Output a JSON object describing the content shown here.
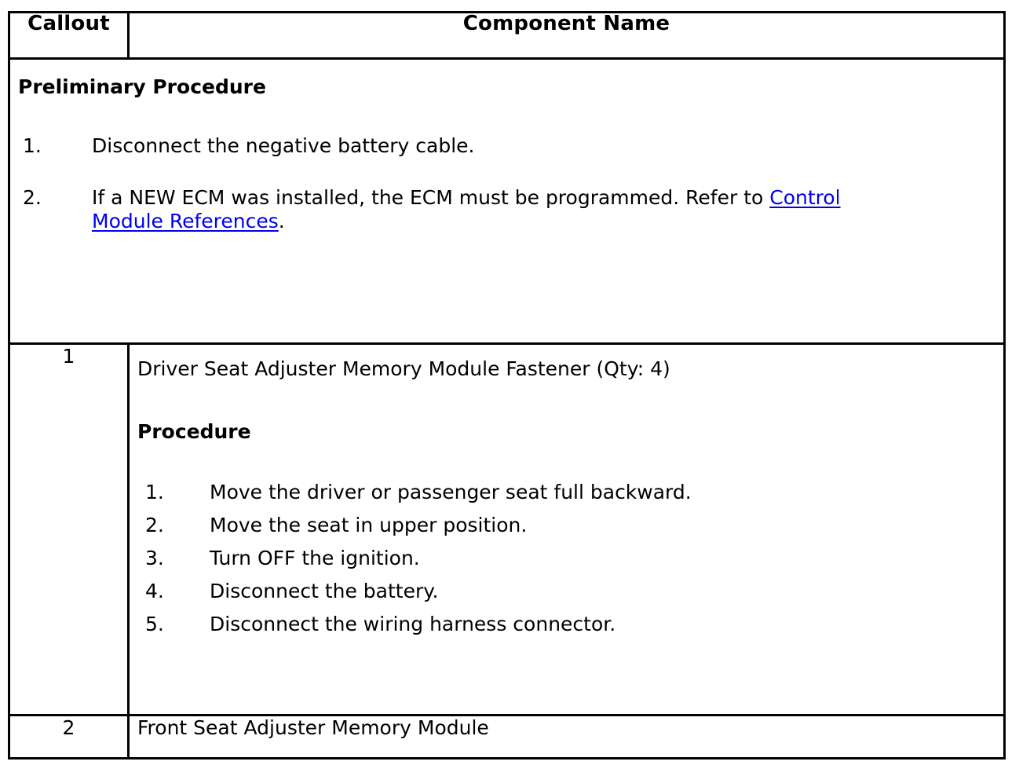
{
  "document": {
    "type": "service-procedure-table"
  },
  "table": {
    "headers": {
      "callout": "Callout",
      "component_name": "Component Name"
    },
    "preliminary": {
      "title": "Preliminary Procedure",
      "steps": [
        {
          "number": "1.",
          "text": "Disconnect the negative battery cable.",
          "link": null,
          "tail": null
        },
        {
          "number": "2.",
          "text": "If a NEW ECM was installed, the ECM must be programmed. Refer to ",
          "link": "Control Module References",
          "tail": "."
        }
      ]
    },
    "rows": [
      {
        "callout": "1",
        "component_name": "Driver Seat Adjuster Memory Module Fastener (Qty: 4)",
        "procedure_heading": "Procedure",
        "procedure_steps": [
          {
            "number": "1.",
            "text": "Move the driver or passenger seat full backward."
          },
          {
            "number": "2.",
            "text": "Move the seat in upper position."
          },
          {
            "number": "3.",
            "text": "Turn OFF the ignition."
          },
          {
            "number": "4.",
            "text": "Disconnect the battery."
          },
          {
            "number": "5.",
            "text": "Disconnect the wiring harness connector."
          }
        ]
      },
      {
        "callout": "2",
        "component_name": "Front Seat Adjuster Memory Module",
        "procedure_heading": null,
        "procedure_steps": []
      }
    ]
  },
  "colors": {
    "text": "#000000",
    "border": "#000000",
    "background": "#ffffff"
  }
}
